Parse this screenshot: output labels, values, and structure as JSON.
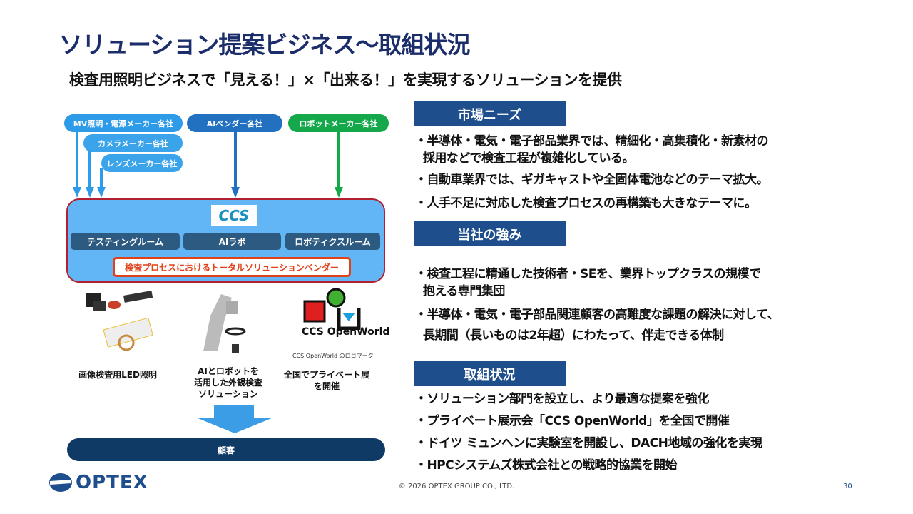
{
  "title": "ソリューション提案ビジネス～取組状況",
  "subtitle": "検査用照明ビジネスで「見える！」×「出来る！」を実現するソリューションを提供",
  "diagram": {
    "suppliers": [
      "MV照明・電源メーカー各社",
      "カメラメーカー各社",
      "レンズメーカー各社",
      "AIベンダー各社",
      "ロボットメーカー各社"
    ],
    "ccs_logo": "CCS",
    "facilities": [
      "テスティングルーム",
      "AIラボ",
      "ロボティクスルーム"
    ],
    "tagline": "検査プロセスにおけるトータルソリューションベンダー",
    "captions": [
      "画像検査用LED照明",
      "AIとロボットを\n活用した外観検査\nソリューション",
      "全国でプライベート展\nを開催"
    ],
    "openworld_logo": "CCS OpenWorld",
    "openworld_note": "CCS OpenWorld のロゴマーク",
    "customer": "顧客"
  },
  "sections": [
    {
      "heading": "市場ニーズ",
      "bullets": [
        "・半導体・電気・電子部品業界では、精細化・高集積化・新素材の\n  採用などで検査工程が複雑化している。",
        "・自動車業界では、ギガキャストや全固体電池などのテーマ拡大。",
        "・人手不足に対応した検査プロセスの再構築も大きなテーマに。"
      ]
    },
    {
      "heading": "当社の強み",
      "bullets": [
        "・検査工程に精通した技術者・SEを、業界トップクラスの規模で\n  抱える専門集団",
        "・半導体・電気・電子部品関連顧客の高難度な課題の解決に対して、\n  長期間（長いものは2年超）にわたって、伴走できる体制"
      ]
    },
    {
      "heading": "取組状況",
      "bullets": [
        "・ソリューション部門を設立し、より最適な提案を強化",
        "・プライベート展示会「CCS OpenWorld」を全国で開催",
        "・ドイツ ミュンヘンに実験室を開設し、DACH地域の強化を実現",
        "・HPCシステムズ株式会社との戦略的協業を開始"
      ]
    }
  ],
  "footer": {
    "logo": "OPTEX",
    "copyright": "© 2026 OPTEX GROUP CO., LTD.",
    "page": "30"
  },
  "colors": {
    "title": "#1b2d6b",
    "section": "#1f4e8c",
    "box": "#63b6f5",
    "green": "#14a84a",
    "red": "#e0401a"
  }
}
